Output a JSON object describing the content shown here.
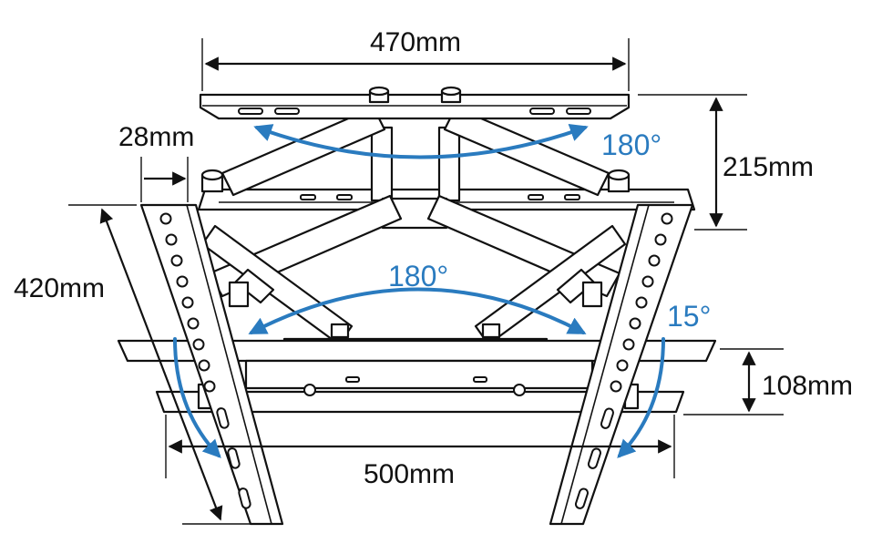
{
  "colors": {
    "line": "#111111",
    "accent": "#2a7bbf",
    "background": "#ffffff"
  },
  "dimensions": {
    "top_width": "470mm",
    "arm_offset": "28mm",
    "top_height": "215mm",
    "plate_height": "420mm",
    "bottom_width": "500mm",
    "bottom_height": "108mm"
  },
  "angles": {
    "swivel_top": "180°",
    "swivel_middle": "180°",
    "tilt": "15°"
  }
}
